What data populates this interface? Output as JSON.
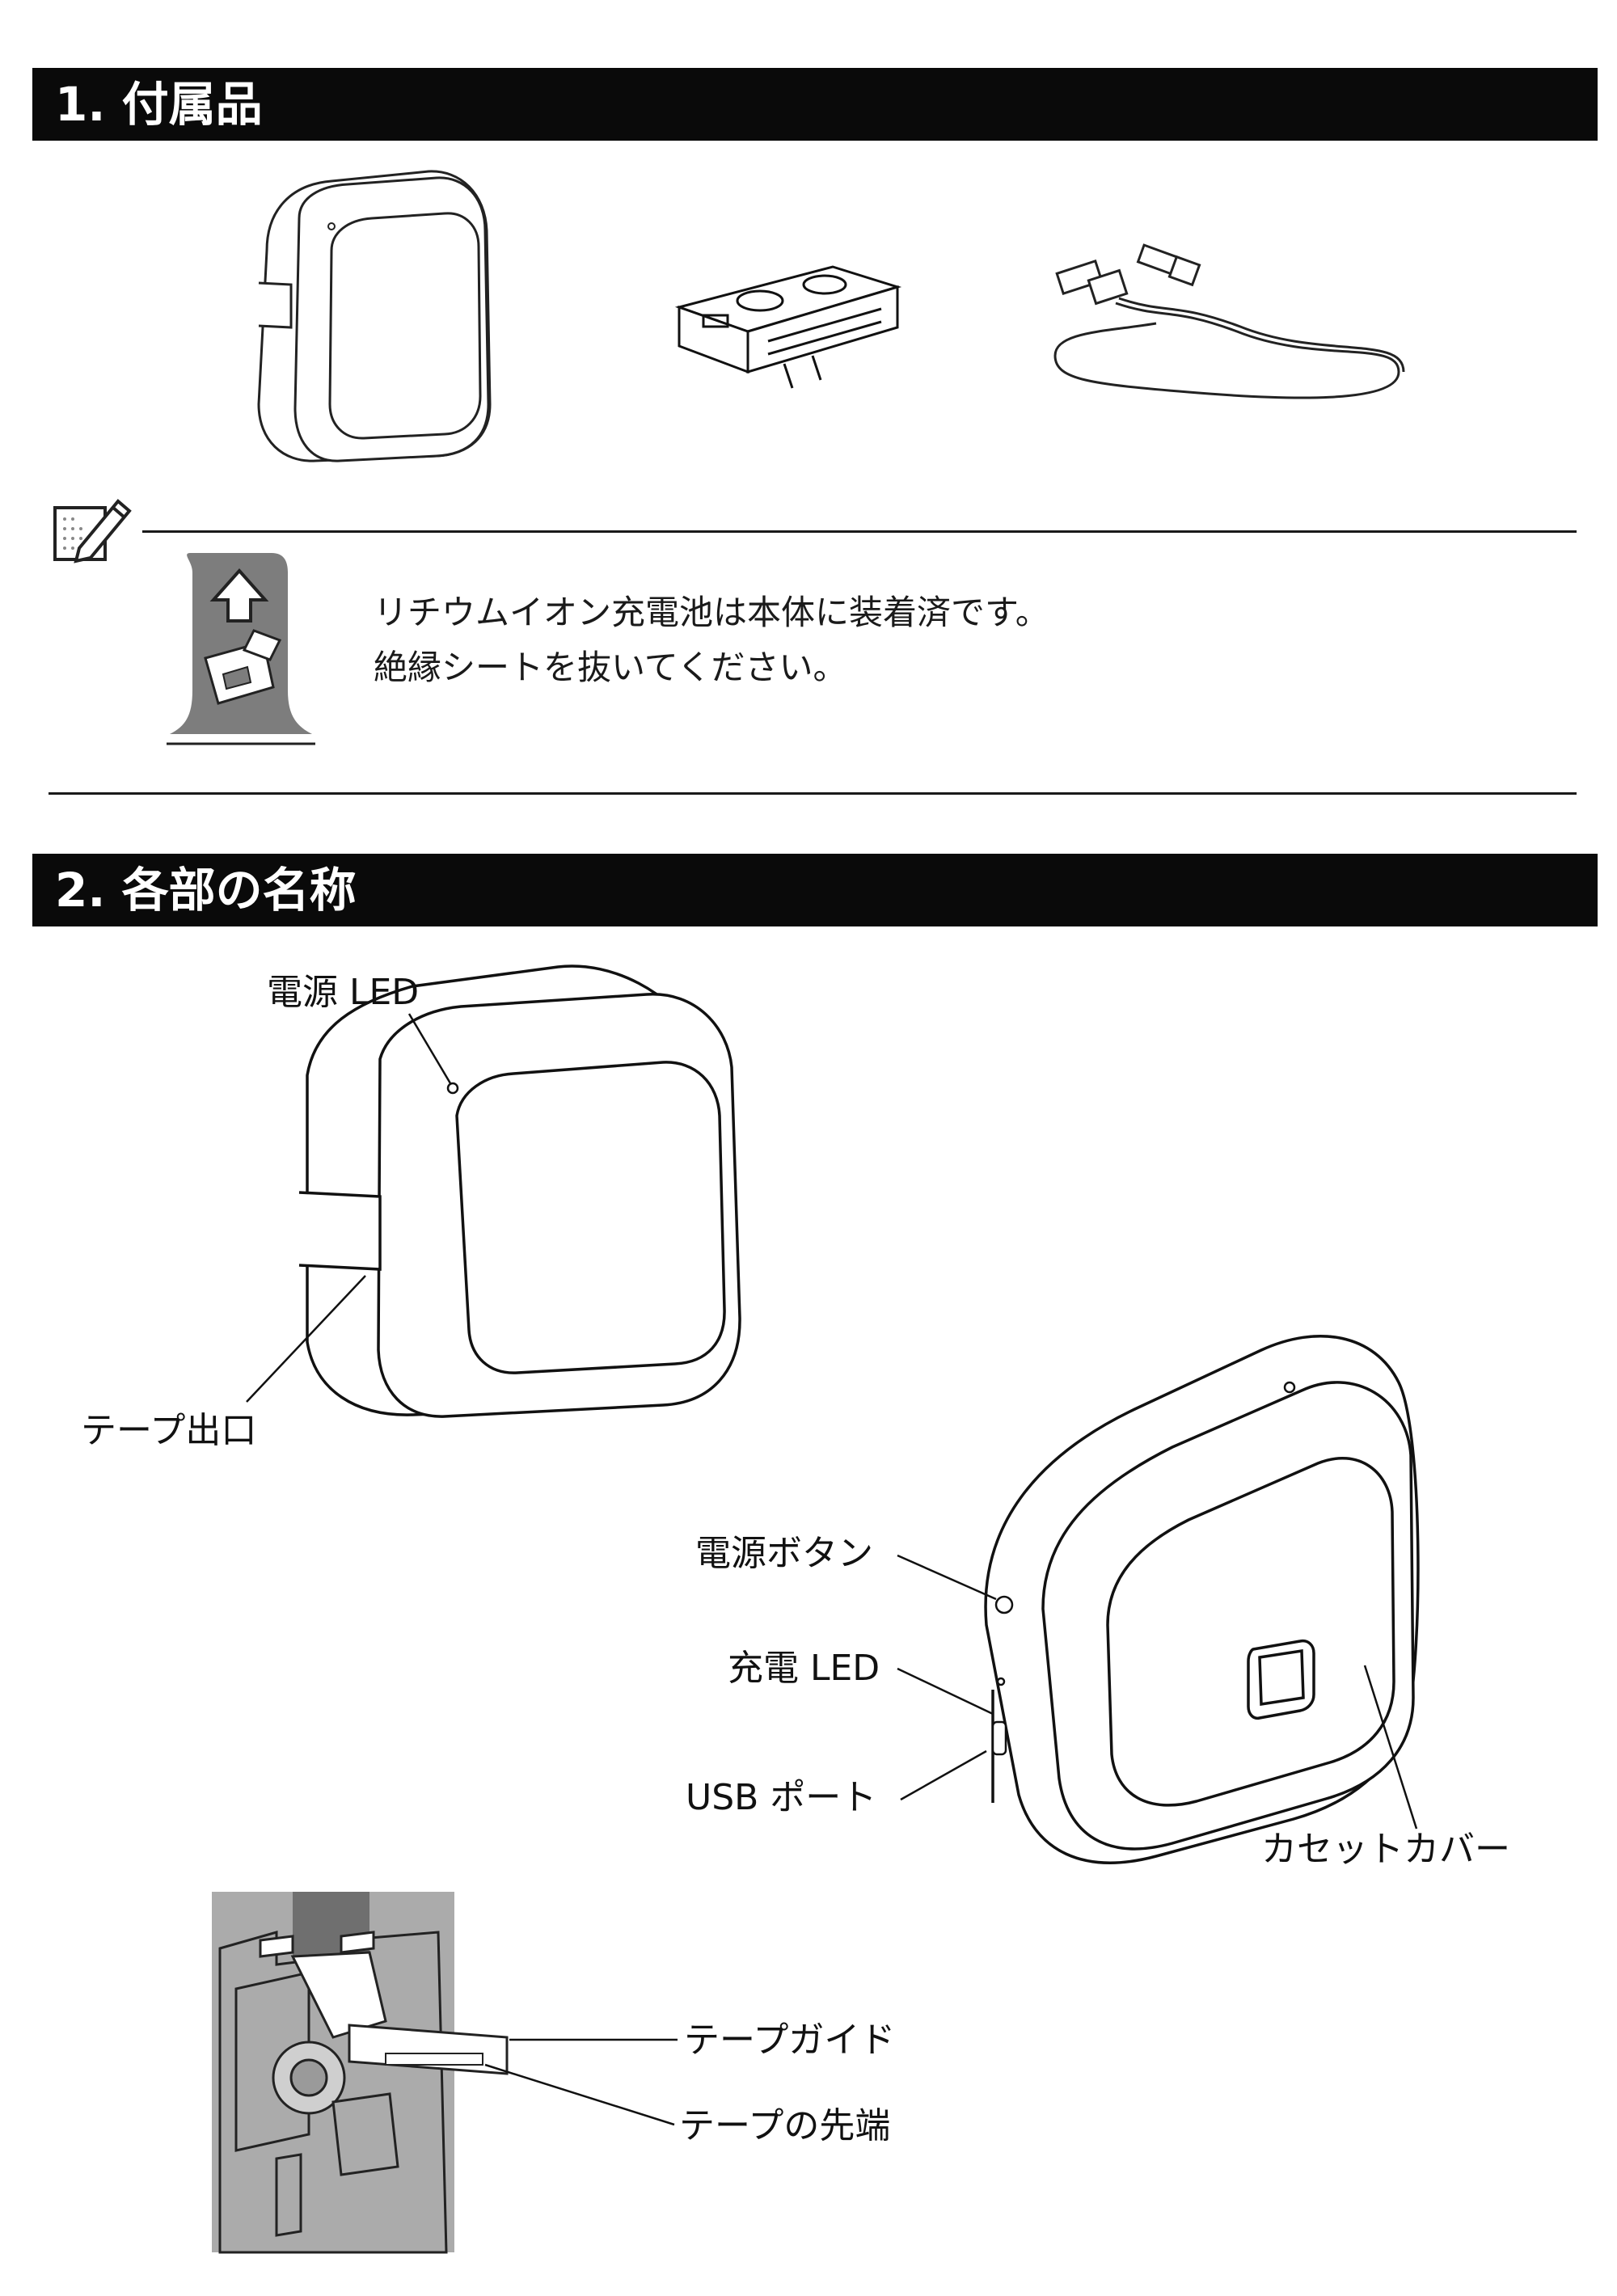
{
  "sections": [
    {
      "title": "1. 付属品"
    },
    {
      "title": "2. 各部の名称"
    }
  ],
  "note": {
    "icon": "memo-pencil-icon",
    "lines": [
      "リチウムイオン充電池は本体に装着済です。",
      "絶縁シートを抜いてください。"
    ]
  },
  "accessories": [
    {
      "icon": "label-printer-icon"
    },
    {
      "icon": "tape-cassette-icon"
    },
    {
      "icon": "usb-cable-icon"
    }
  ],
  "parts": {
    "power_led": "電源 LED",
    "tape_exit": "テープ出口",
    "power_button": "電源ボタン",
    "charge_led": "充電 LED",
    "usb_port": "USB ポート",
    "cassette_cover": "カセットカバー",
    "tape_guide": "テープガイド",
    "tape_tip": "テープの先端"
  }
}
